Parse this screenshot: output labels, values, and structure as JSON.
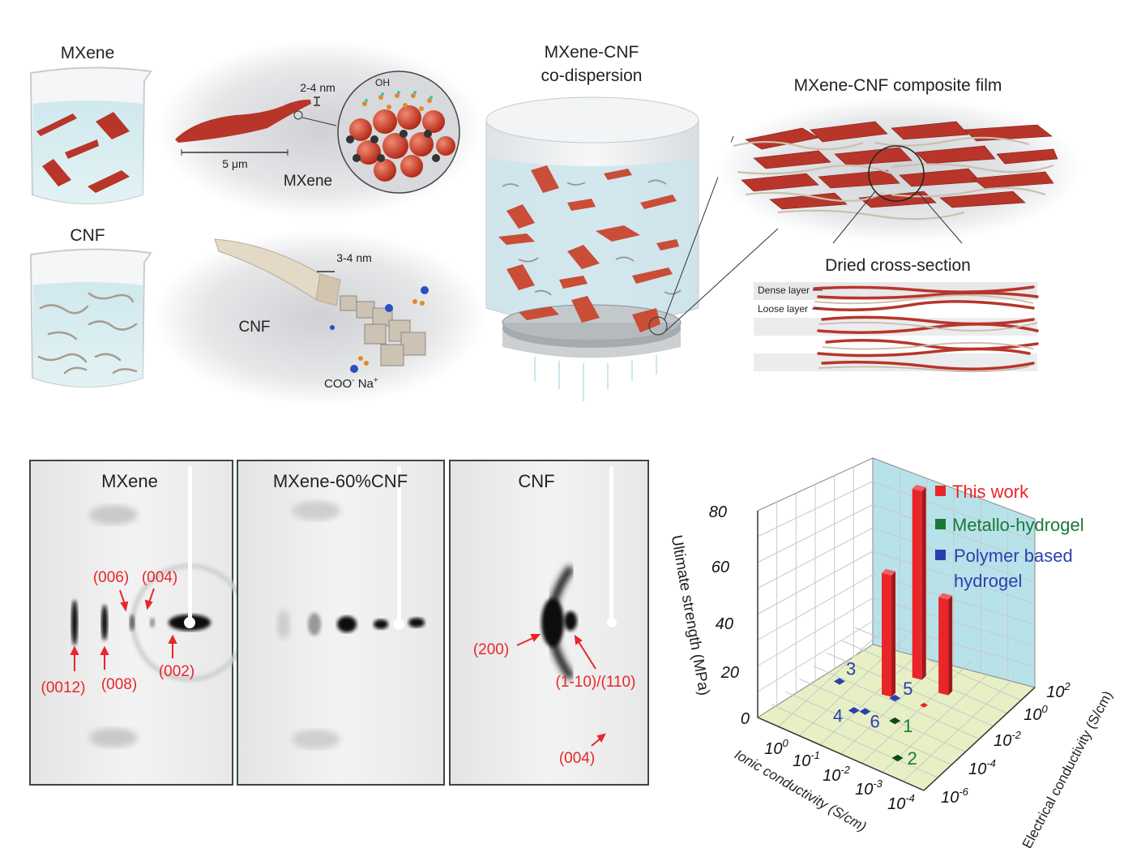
{
  "top": {
    "beaker_mxene_label": "MXene",
    "beaker_cnf_label": "CNF",
    "mxene_thickness": "2-4 nm",
    "mxene_oh": "OH",
    "mxene_length": "5 μm",
    "mxene_label": "MXene",
    "cnf_width": "3-4 nm",
    "cnf_label": "CNF",
    "cnf_group": "COO",
    "cnf_group_sup": "-",
    "cnf_ion": "Na",
    "cnf_ion_sup": "+",
    "codispersion_line1": "MXene-CNF",
    "codispersion_line2": "co-dispersion",
    "film_title": "MXene-CNF composite film",
    "cross_section_title": "Dried cross-section",
    "dense_layer": "Dense layer",
    "loose_layer": "Loose layer"
  },
  "xrd": {
    "panels": [
      {
        "title": "MXene",
        "peaks": [
          "(006)",
          "(004)",
          "(0012)",
          "(008)",
          "(002)"
        ]
      },
      {
        "title": "MXene-60%CNF",
        "peaks": []
      },
      {
        "title": "CNF",
        "peaks": [
          "(200)",
          "(1-10)/(110)",
          "(004)"
        ]
      }
    ]
  },
  "chart_data": {
    "type": "bar3d",
    "zlabel": "Ultimate strength (MPa)",
    "xlabel": "Ionic conductivity (S/cm)",
    "ylabel": "Electrical conductivity (S/cm)",
    "zlim": [
      0,
      80
    ],
    "zticks": [
      "0",
      "20",
      "40",
      "60",
      "80"
    ],
    "xticks": [
      {
        "base": "10",
        "exp": "0"
      },
      {
        "base": "10",
        "exp": "-1"
      },
      {
        "base": "10",
        "exp": "-2"
      },
      {
        "base": "10",
        "exp": "-3"
      },
      {
        "base": "10",
        "exp": "-4"
      }
    ],
    "yticks": [
      {
        "base": "10",
        "exp": "-6"
      },
      {
        "base": "10",
        "exp": "-4"
      },
      {
        "base": "10",
        "exp": "-2"
      },
      {
        "base": "10",
        "exp": "0"
      },
      {
        "base": "10",
        "exp": "2"
      }
    ],
    "legend": [
      {
        "label": "This work",
        "color": "#e8262a"
      },
      {
        "label": "Metallo-hydrogel",
        "color": "#1a7a35"
      },
      {
        "label": "Polymer based",
        "label2": "hydrogel",
        "color": "#2b3fb0"
      }
    ],
    "legend_position": "top-right",
    "series": [
      {
        "name": "This work",
        "points": [
          {
            "log_ionic": -1.7,
            "log_electrical": -1.8,
            "strength": 47
          },
          {
            "log_ionic": -1.9,
            "log_electrical": -0.2,
            "strength": 73
          },
          {
            "log_ionic": -2.6,
            "log_electrical": -0.4,
            "strength": 37
          },
          {
            "log_ionic": -2.5,
            "log_electrical": -1.5,
            "strength": 1
          }
        ]
      },
      {
        "name": "Metallo-hydrogel",
        "points": [
          {
            "id": "1",
            "log_ionic": -2.3,
            "log_electrical": -3.0,
            "strength": 1
          },
          {
            "id": "2",
            "log_ionic": -3.0,
            "log_electrical": -4.9,
            "strength": 1
          }
        ]
      },
      {
        "name": "Polymer based hydrogel",
        "points": [
          {
            "id": "3",
            "log_ionic": -0.7,
            "log_electrical": -2.2,
            "strength": 1
          },
          {
            "id": "4",
            "log_ionic": -1.45,
            "log_electrical": -3.4,
            "strength": 1
          },
          {
            "id": "5",
            "log_ionic": -1.9,
            "log_electrical": -1.8,
            "strength": 1
          },
          {
            "id": "6",
            "log_ionic": -1.65,
            "log_electrical": -3.2,
            "strength": 1
          }
        ]
      }
    ]
  }
}
